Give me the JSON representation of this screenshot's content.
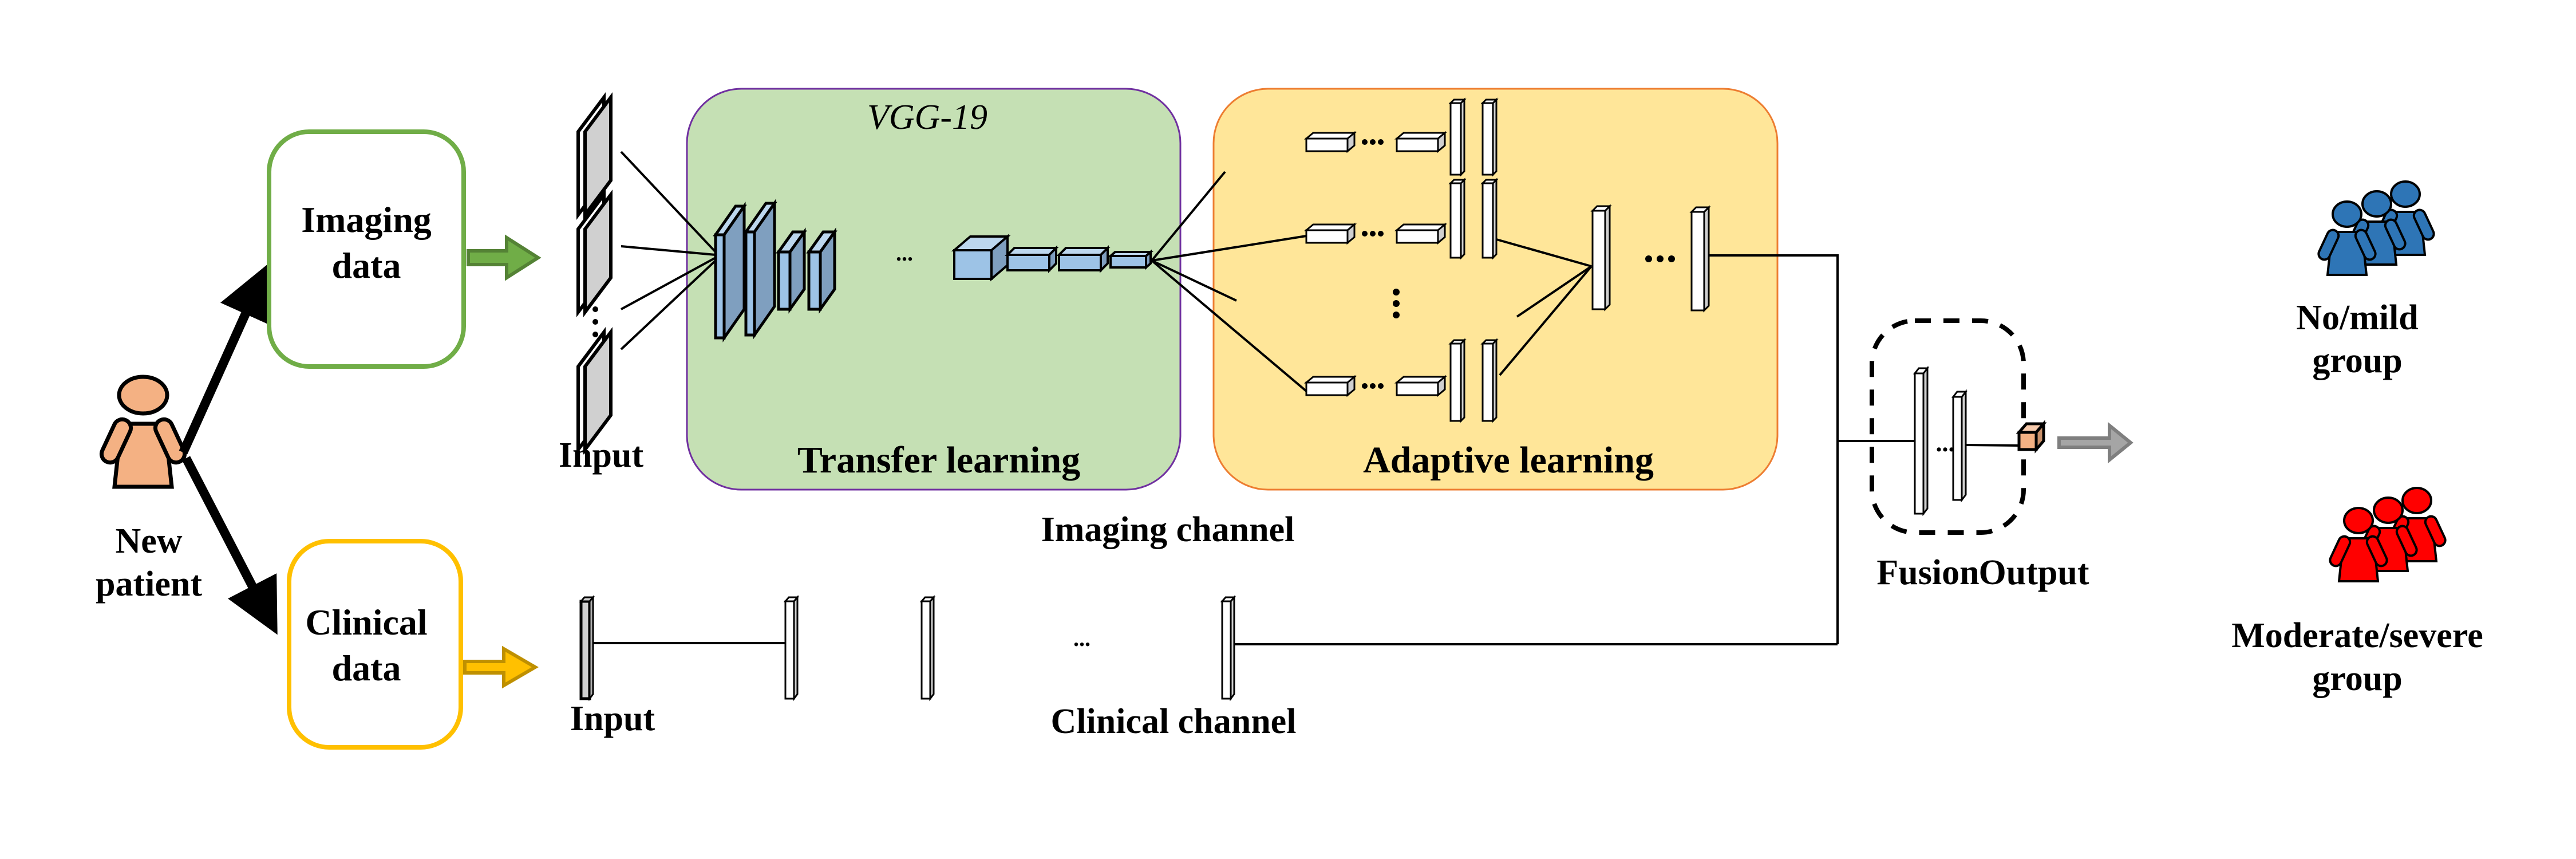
{
  "patient": {
    "label_line1": "New",
    "label_line2": "patient",
    "color": "#F4B183"
  },
  "imaging_data_box": {
    "line1": "Imaging",
    "line2": "data",
    "border_color": "#70AD47"
  },
  "clinical_data_box": {
    "line1": "Clinical",
    "line2": "data",
    "border_color": "#FFC000"
  },
  "imaging_channel": {
    "input_label": "Input",
    "transfer_panel": {
      "title": "VGG-19",
      "label": "Transfer learning",
      "fill": "#C5E0B4",
      "border": "#7030A0"
    },
    "adaptive_panel": {
      "label": "Adaptive learning",
      "fill": "#FFE699",
      "border": "#ED7D31"
    },
    "channel_label": "Imaging channel",
    "ellipsis": "..."
  },
  "clinical_channel": {
    "input_label": "Input",
    "channel_label": "Clinical channel",
    "ellipsis": "..."
  },
  "fusion": {
    "label": "Fusion",
    "ellipsis": "..."
  },
  "output": {
    "label": "Output",
    "cube_color": "#F4B183"
  },
  "groups": [
    {
      "line1": "No/mild",
      "line2": "group",
      "color": "#2E75B6"
    },
    {
      "line1": "Moderate/severe",
      "line2": "group",
      "color": "#FF0000"
    }
  ],
  "colors": {
    "conv_face": "#9DC3E6",
    "conv_side": "#7F9FBF",
    "layer_gray": "#D0D0D0",
    "arrow_gray": "#A5A5A5"
  }
}
